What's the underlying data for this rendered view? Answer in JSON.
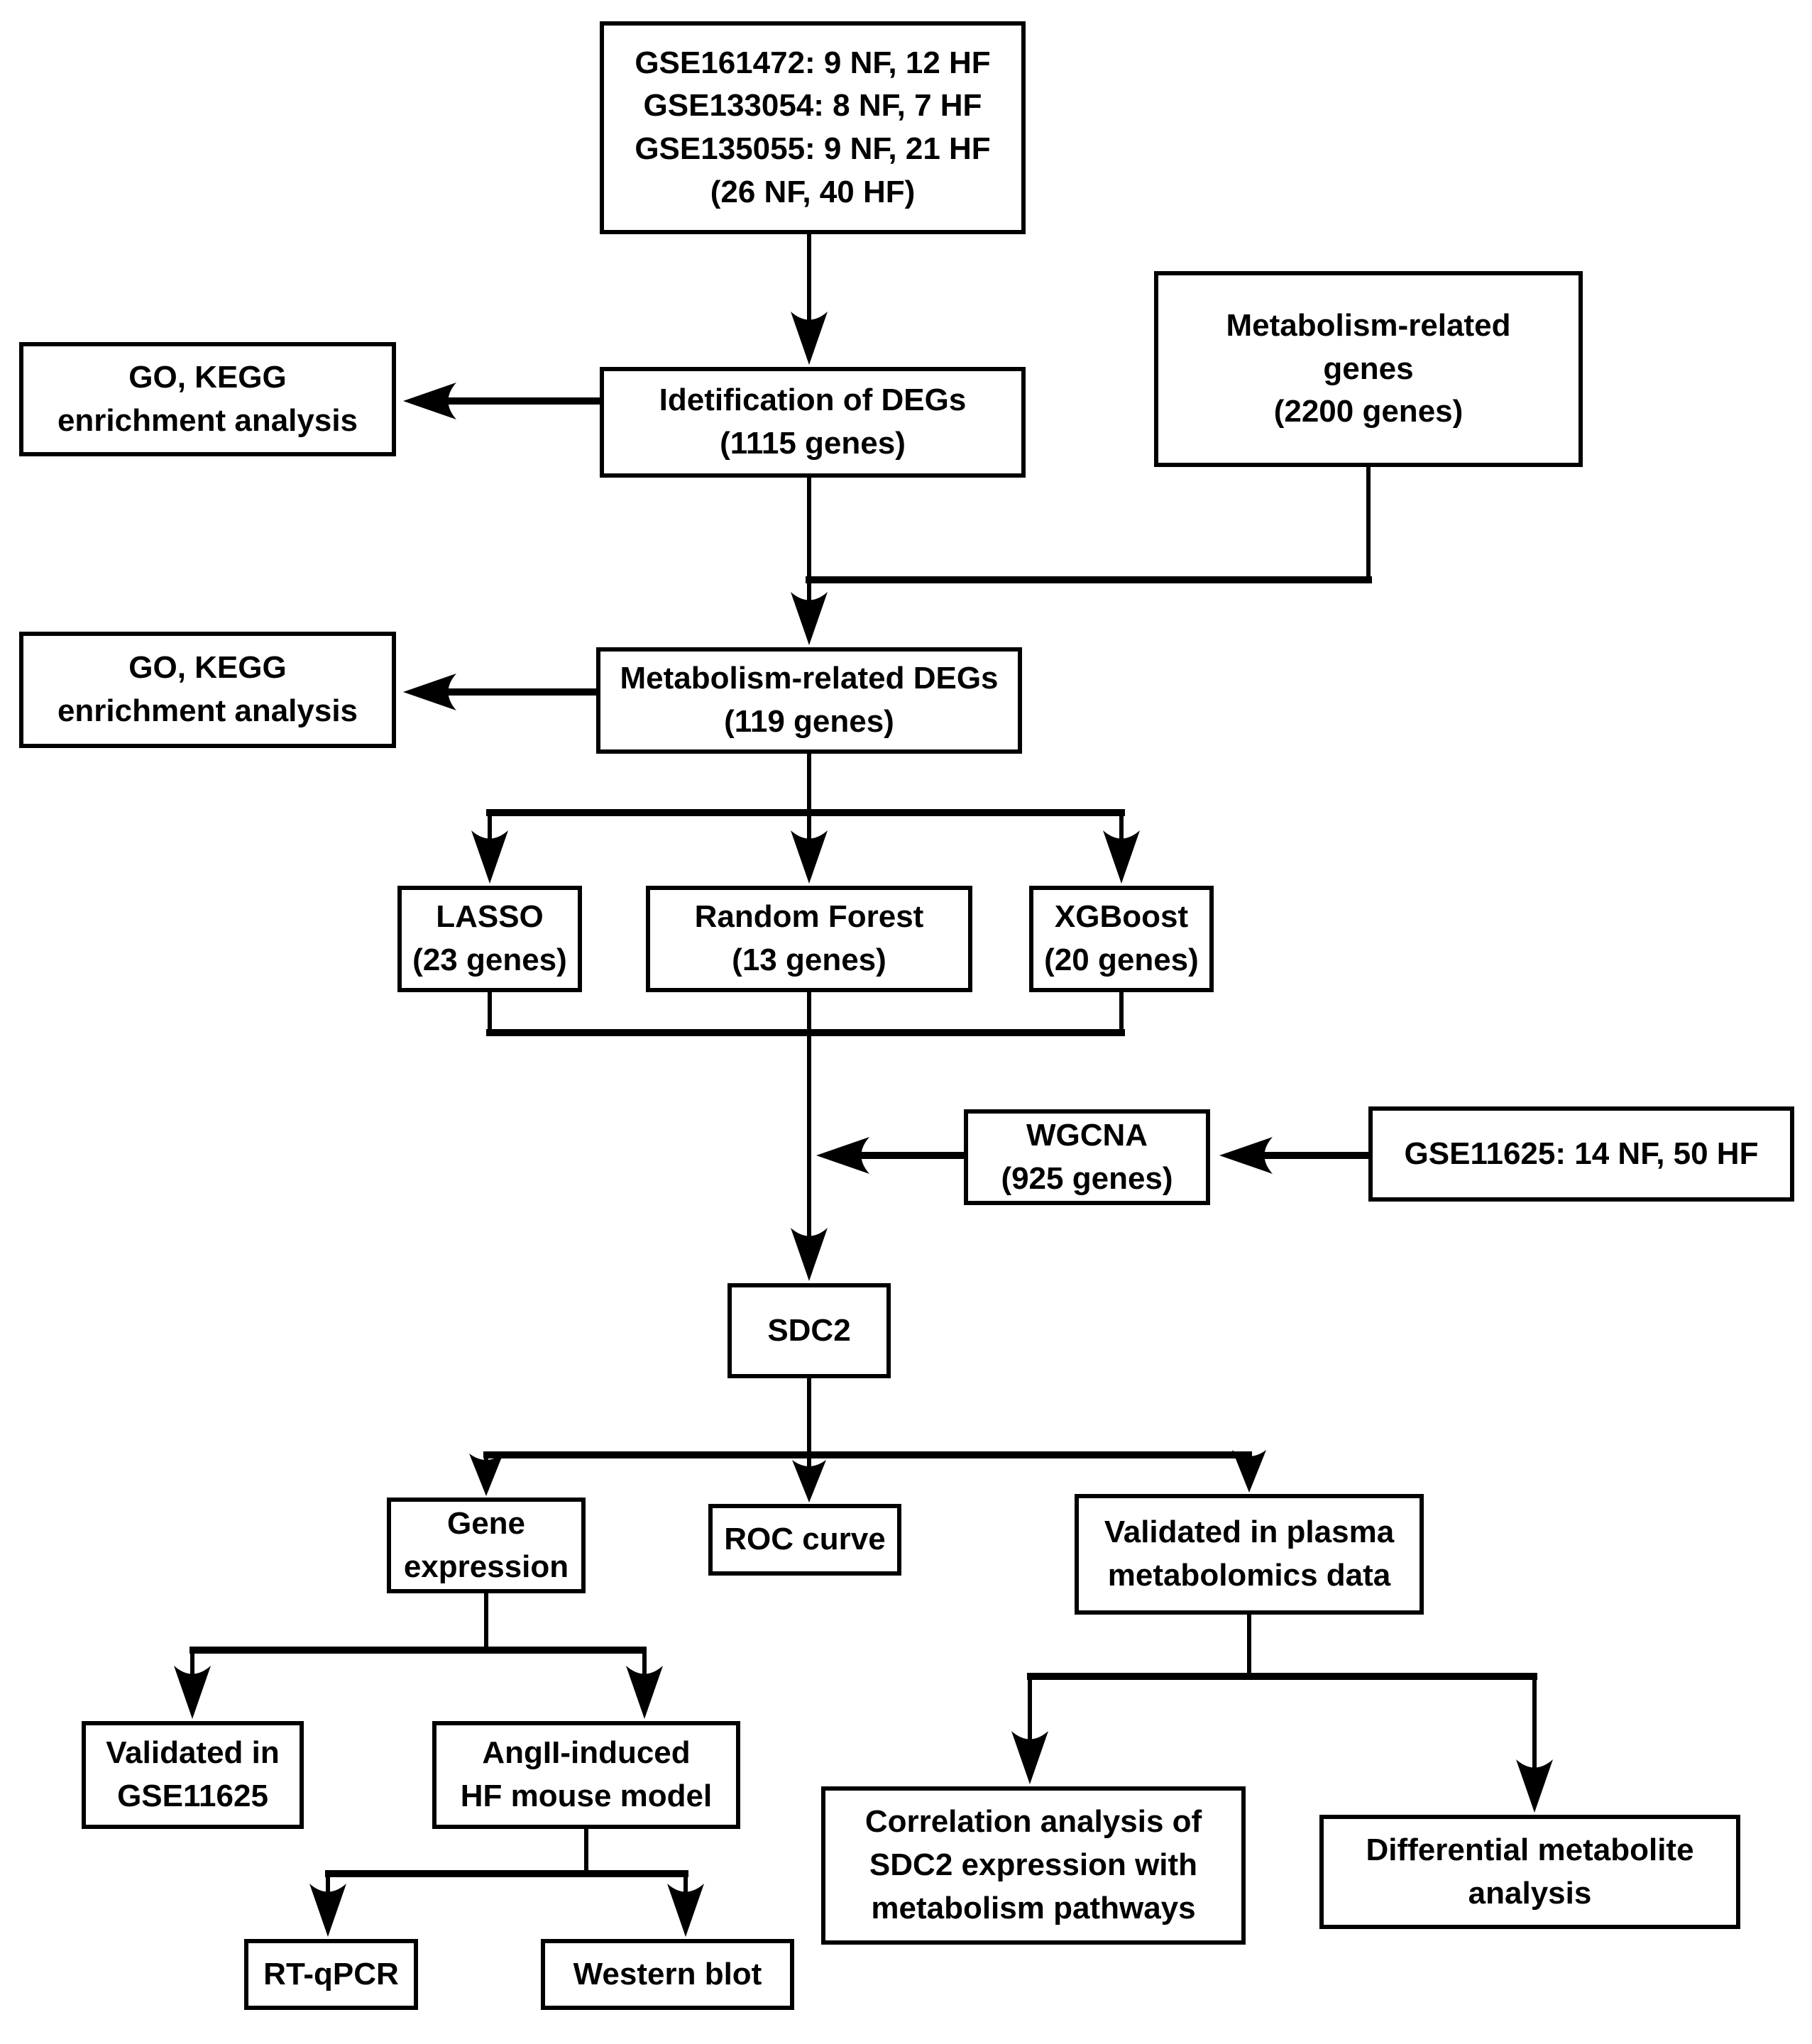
{
  "diagram": {
    "kind": "study-workflow-flowchart",
    "colors": {
      "line": "#000000",
      "box_background": "#ffffff",
      "text": "#000000"
    },
    "nodes": {
      "datasets": {
        "label": "GSE161472: 9 NF, 12 HF\nGSE133054: 8 NF, 7 HF\nGSE135055: 9 NF, 21 HF\n(26 NF, 40 HF)"
      },
      "go_kegg_1": {
        "label": "GO, KEGG\nenrichment analysis"
      },
      "deg_identification": {
        "label": "Idetification of DEGs\n(1115 genes)"
      },
      "metabolism_genes": {
        "label": "Metabolism-related\ngenes\n(2200 genes)"
      },
      "go_kegg_2": {
        "label": "GO, KEGG\nenrichment analysis"
      },
      "metabolism_degs": {
        "label": "Metabolism-related DEGs\n(119 genes)"
      },
      "lasso": {
        "label": "LASSO\n(23 genes)"
      },
      "random_forest": {
        "label": "Random Forest\n(13 genes)"
      },
      "xgboost": {
        "label": "XGBoost\n(20 genes)"
      },
      "wgcna": {
        "label": "WGCNA\n(925 genes)"
      },
      "gse11625": {
        "label": "GSE11625: 14 NF, 50 HF"
      },
      "sdc2": {
        "label": "SDC2"
      },
      "gene_expression": {
        "label": "Gene\nexpression"
      },
      "roc_curve": {
        "label": "ROC curve"
      },
      "plasma_validation": {
        "label": "Validated in plasma\nmetabolomics data"
      },
      "validated_gse11625": {
        "label": "Validated in\nGSE11625"
      },
      "angii_model": {
        "label": "AngII-induced\nHF mouse model"
      },
      "rt_qpcr": {
        "label": "RT-qPCR"
      },
      "western_blot": {
        "label": "Western blot"
      },
      "correlation_analysis": {
        "label": "Correlation analysis of\nSDC2 expression with\nmetabolism pathways"
      },
      "differential_metabolite": {
        "label": "Differential metabolite\nanalysis"
      }
    }
  }
}
